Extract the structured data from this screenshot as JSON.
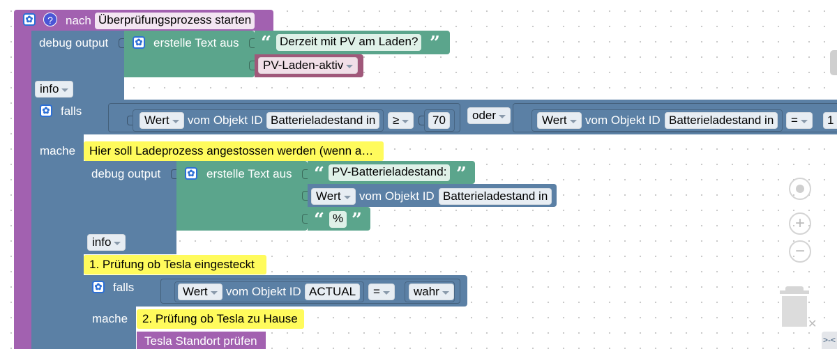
{
  "colors": {
    "purple": "#a261b0",
    "logic": "#5b80a5",
    "text": "#5ba58c",
    "var": "#a0587a",
    "comment": "#fffb5c"
  },
  "header": {
    "prefix": "nach",
    "trigger": "Überprüfungsprozess starten"
  },
  "debug1": {
    "label": "debug output",
    "create": "erstelle Text aus",
    "string1": "Derzeit mit PV am Laden?",
    "variable": "PV-Laden-aktiv",
    "level": "info"
  },
  "if1": {
    "falls": "falls",
    "mache": "mache",
    "wert": "Wert",
    "vom": "vom Objekt ID",
    "object": "Batterieladestand in",
    "op": "≥",
    "value": "70",
    "or": "oder",
    "wert2": "Wert",
    "vom2": "vom Objekt ID",
    "object2": "Batterieladestand in",
    "op2": "=",
    "value2": "1"
  },
  "comment1": "Hier soll Ladeprozess angestossen werden (wenn a…",
  "debug2": {
    "label": "debug output",
    "create": "erstelle Text aus",
    "string1": "PV-Batterieladestand:",
    "wert": "Wert",
    "vom": "vom Objekt ID",
    "object": "Batterieladestand in",
    "string2": "%",
    "level": "info"
  },
  "comment2": "1. Prüfung ob Tesla eingesteckt",
  "if2": {
    "falls": "falls",
    "mache": "mache",
    "wert": "Wert",
    "vom": "vom Objekt ID",
    "object": "ACTUAL",
    "op": "=",
    "value": "wahr"
  },
  "comment3": "2. Prüfung ob Tesla zu Hause",
  "action": "Tesla Standort prüfen",
  "footer": {
    "arrows": ">-<"
  },
  "icons": {
    "gear": "gear-icon",
    "help": "help-icon",
    "center": "center-icon",
    "zoom_in": "zoom-in-icon",
    "zoom_out": "zoom-out-icon",
    "trash": "trash-icon"
  }
}
